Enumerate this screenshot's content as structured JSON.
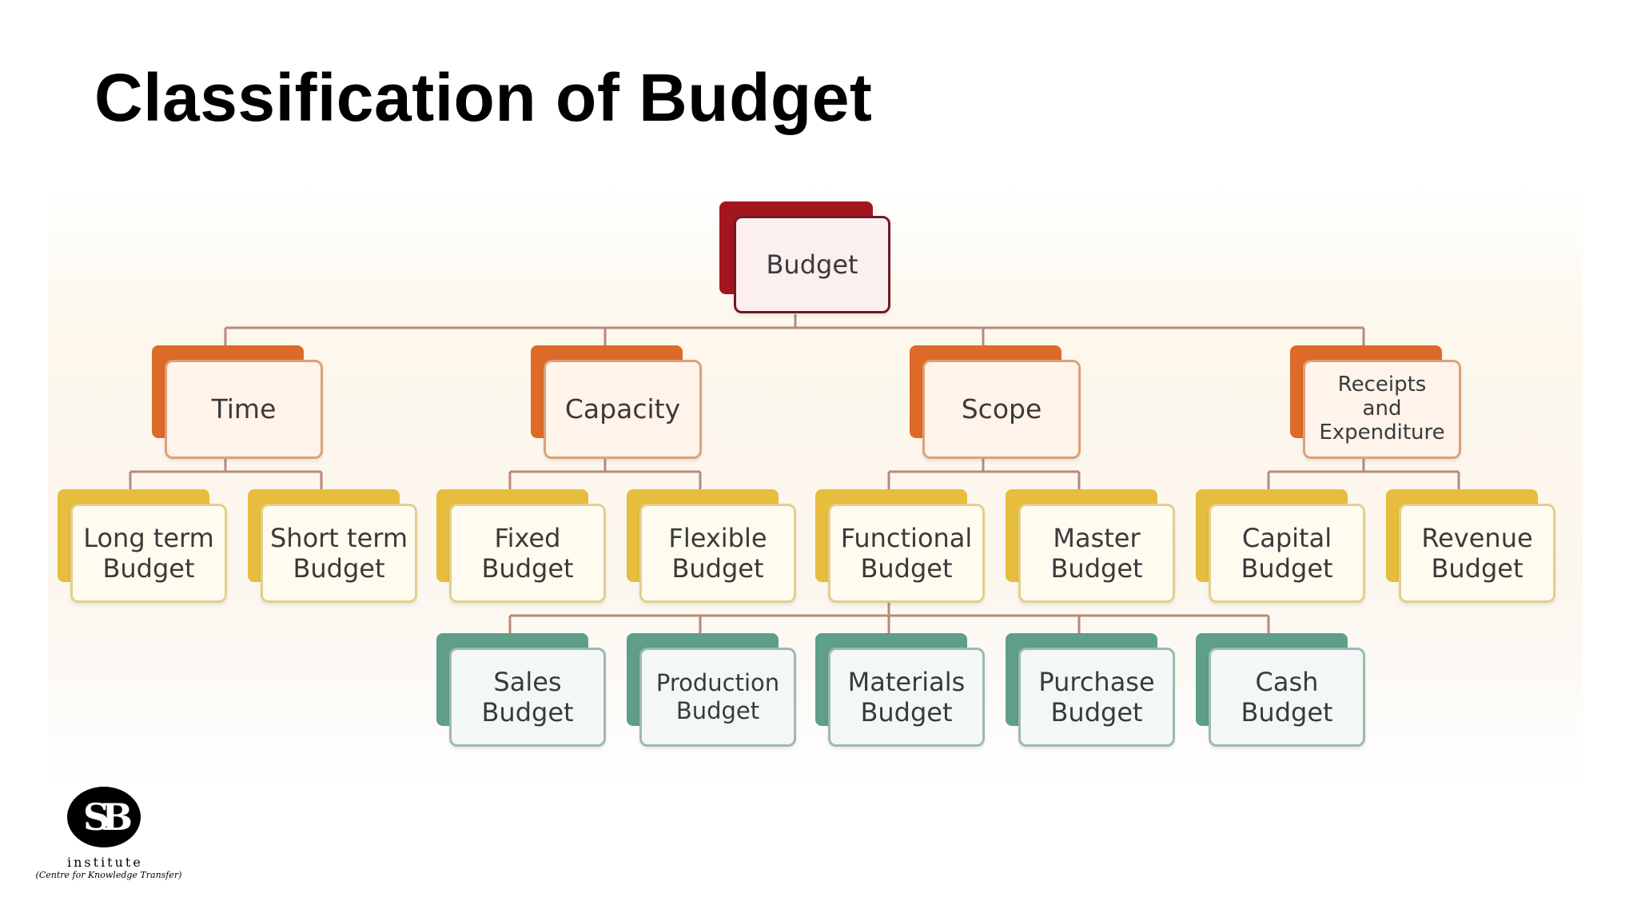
{
  "slide": {
    "title": "Classification of Budget"
  },
  "diagram": {
    "root": "Budget",
    "categories": [
      "Time",
      "Capacity",
      "Scope",
      "Receipts\nand\nExpenditure"
    ],
    "budgets": [
      "Long term\nBudget",
      "Short term\nBudget",
      "Fixed\nBudget",
      "Flexible\nBudget",
      "Functional\nBudget",
      "Master\nBudget",
      "Capital\nBudget",
      "Revenue\nBudget"
    ],
    "functional_budgets": [
      "Sales\nBudget",
      "Production\nBudget",
      "Materials\nBudget",
      "Purchase\nBudget",
      "Cash\nBudget"
    ],
    "colors": {
      "root": "#a3161f",
      "category": "#dd6a28",
      "budget": "#e6bd3c",
      "functional": "#5f9e88",
      "connector": "#b78a78"
    }
  },
  "logo": {
    "name": "institute",
    "tagline": "(Centre for Knowledge Transfer)"
  }
}
